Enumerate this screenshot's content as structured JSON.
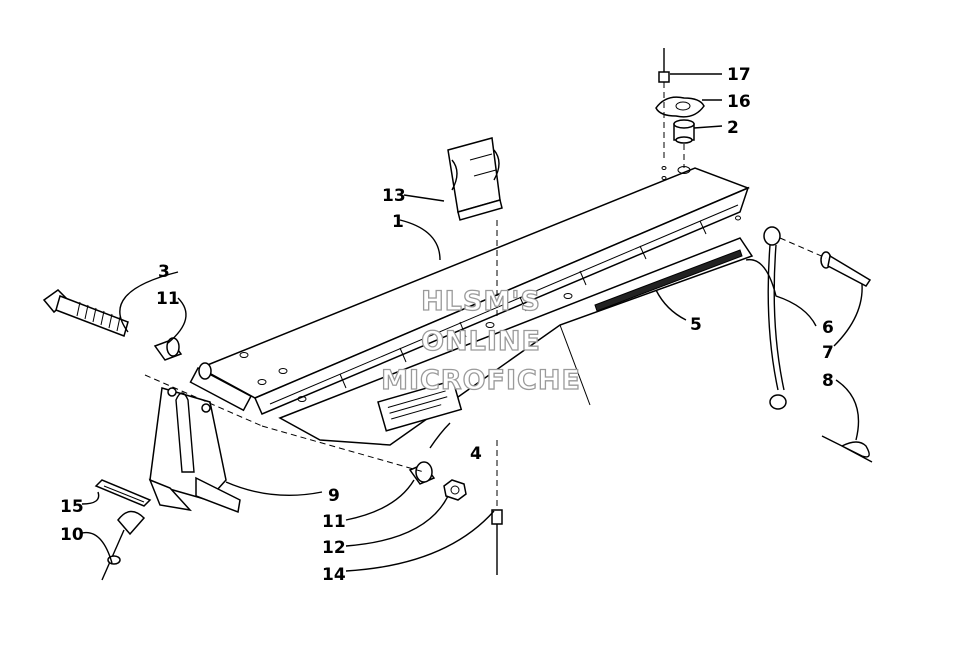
{
  "watermark": {
    "lines": [
      "HLSM'S",
      "ONLINE",
      "MICROFICHE"
    ]
  },
  "callouts": [
    {
      "id": "c1",
      "label": "1"
    },
    {
      "id": "c2",
      "label": "2"
    },
    {
      "id": "c3",
      "label": "3"
    },
    {
      "id": "c4",
      "label": "4"
    },
    {
      "id": "c5",
      "label": "5"
    },
    {
      "id": "c6",
      "label": "6"
    },
    {
      "id": "c7",
      "label": "7"
    },
    {
      "id": "c8",
      "label": "8"
    },
    {
      "id": "c9",
      "label": "9"
    },
    {
      "id": "c10",
      "label": "10"
    },
    {
      "id": "c11a",
      "label": "11"
    },
    {
      "id": "c11b",
      "label": "11"
    },
    {
      "id": "c12",
      "label": "12"
    },
    {
      "id": "c13",
      "label": "13"
    },
    {
      "id": "c14",
      "label": "14"
    },
    {
      "id": "c15",
      "label": "15"
    },
    {
      "id": "c16",
      "label": "16"
    },
    {
      "id": "c17",
      "label": "17"
    }
  ]
}
